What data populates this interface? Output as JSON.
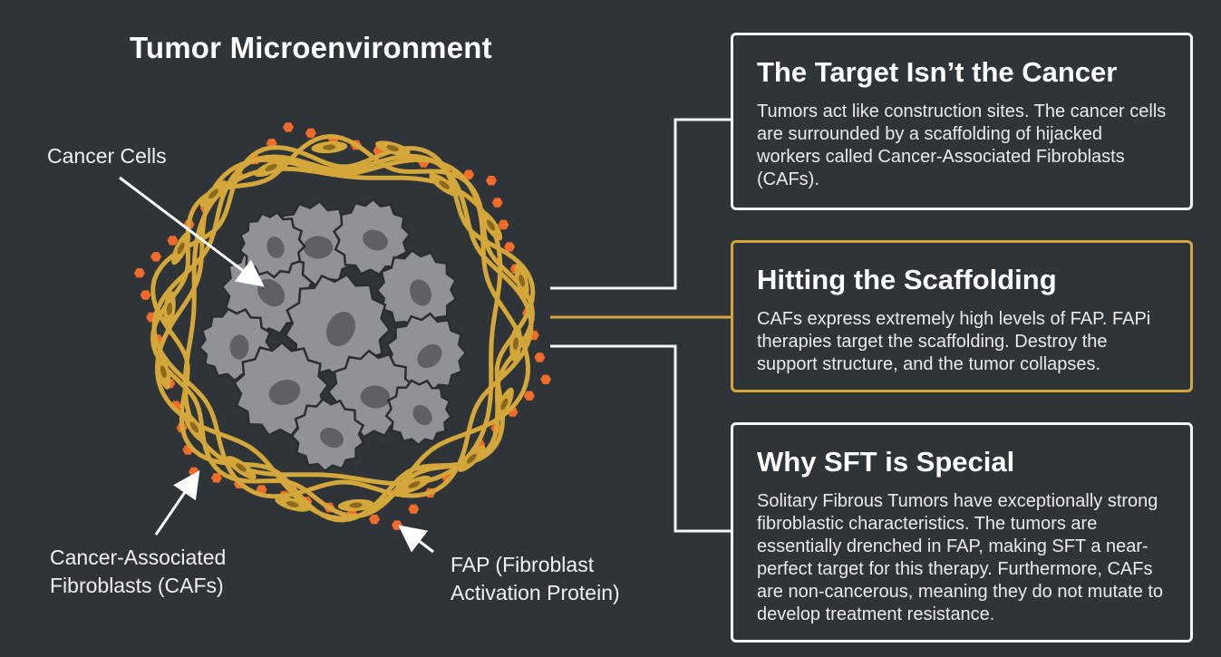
{
  "diagram": {
    "title": "Tumor Microenvironment",
    "labels": {
      "cancer_cells": "Cancer Cells",
      "cafs_line1": "Cancer-Associated",
      "cafs_line2": "Fibroblasts (CAFs)",
      "fap_line1": "FAP (Fibroblast",
      "fap_line2": "Activation Protein)"
    }
  },
  "cards": [
    {
      "heading": "The Target Isn’t the Cancer",
      "body": "Tumors act like construction sites. The cancer cells are surrounded by a scaffolding of hijacked workers called Cancer-Associated Fibroblasts (CAFs)."
    },
    {
      "heading": "Hitting the Scaffolding",
      "body": "CAFs express extremely high levels of FAP. FAPi therapies target the scaffolding. Destroy the support structure, and the tumor collapses."
    },
    {
      "heading": "Why SFT is Special",
      "body": "Solitary Fibrous Tumors have exceptionally strong fibroblastic characteristics. The tumors are essentially drenched in FAP, making SFT a near-perfect target for this therapy. Furthermore, CAFs are non-cancerous, meaning they do not mutate to develop treatment resistance."
    }
  ],
  "colors": {
    "background": "#2f3439",
    "scaffold": "#d4a73a",
    "fap_dot": "#f26b2a",
    "cancer_cell": "#8f9296",
    "nucleus": "#5d6065"
  }
}
